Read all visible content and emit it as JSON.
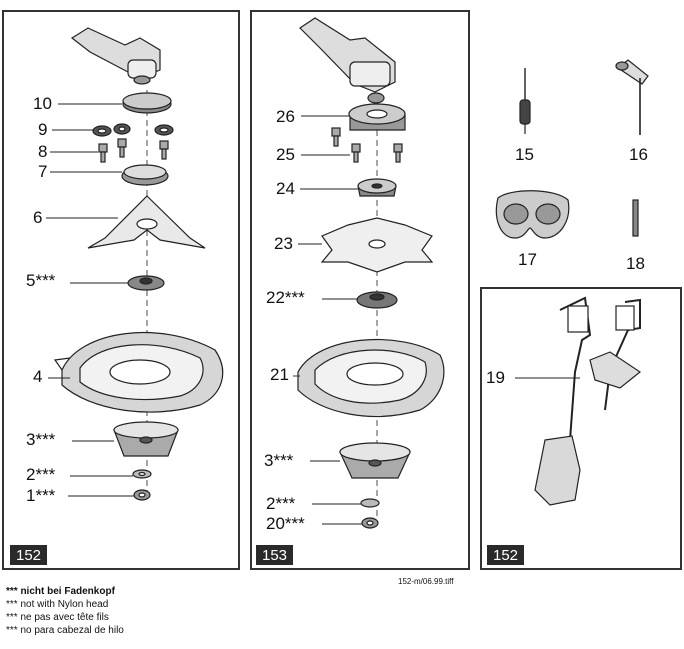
{
  "panels": {
    "left_badge": "152",
    "middle_badge": "153",
    "right_badge": "152"
  },
  "labels": {
    "p10": "10",
    "p9": "9",
    "p8": "8",
    "p7": "7",
    "p6": "6",
    "p5": "5***",
    "p4": "4",
    "p3": "3***",
    "p2": "2***",
    "p1": "1***",
    "p26": "26",
    "p25": "25",
    "p24": "24",
    "p23": "23",
    "p22": "22***",
    "p21": "21",
    "p3b": "3***",
    "p2b": "2***",
    "p20": "20***",
    "p15": "15",
    "p16": "16",
    "p17": "17",
    "p18": "18",
    "p19": "19"
  },
  "filename": "152-m/06.99.tiff",
  "footnotes": {
    "de": "*** nicht bei Fadenkopf",
    "en": "*** not with Nylon head",
    "fr": "*** ne pas avec tête fils",
    "es": "*** no para cabezal de hilo"
  }
}
